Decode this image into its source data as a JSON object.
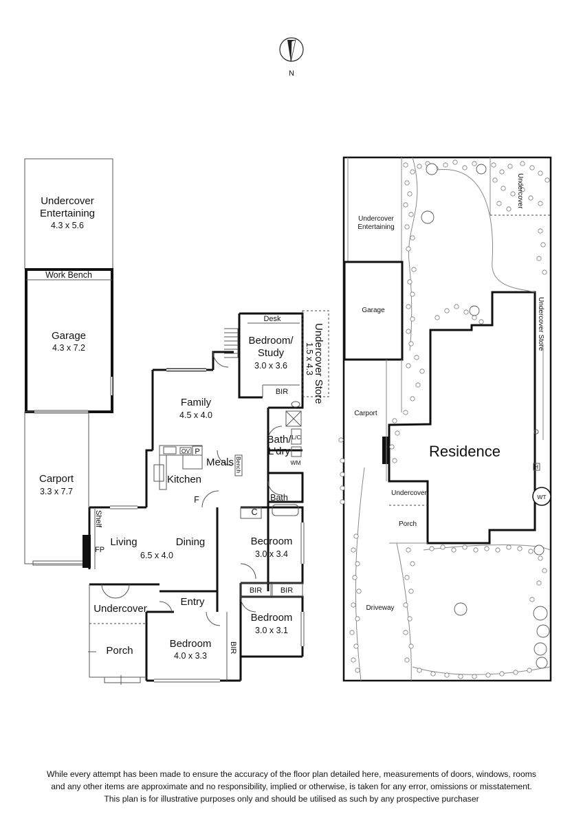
{
  "compass": {
    "label": "N"
  },
  "floor_plan": {
    "undercover_entertaining": {
      "name_line1": "Undercover",
      "name_line2": "Entertaining",
      "size": "4.3 x 5.6"
    },
    "work_bench": "Work Bench",
    "garage": {
      "name": "Garage",
      "size": "4.3 x 7.2"
    },
    "carport": {
      "name": "Carport",
      "size": "3.3 x 7.7"
    },
    "bedroom_study": {
      "name_line1": "Bedroom/",
      "name_line2": "Study",
      "size": "3.0 x 3.6",
      "desk": "Desk",
      "bir": "BIR"
    },
    "undercover_store": {
      "name": "Undercover Store",
      "size": "1.5 x 4.3"
    },
    "family": {
      "name": "Family",
      "size": "4.5 x 4.0"
    },
    "meals": "Meals",
    "kitchen": "Kitchen",
    "oven_label": "OV",
    "pantry_label": "P",
    "bench_label": "Bench",
    "fridge_label": "F",
    "bath_ldry": {
      "line1": "Bath/",
      "line2": "L'dry",
      "lc": "L/C",
      "wm": "WM"
    },
    "bath": "Bath",
    "cupboard_label": "C",
    "shelf": "Shelf",
    "fireplace": "FP",
    "living": "Living",
    "dining": "Dining",
    "living_dining_size": "6.5 x 4.0",
    "bedroom_right_1": {
      "name": "Bedroom",
      "size": "3.0 x 3.4"
    },
    "bir_left": "BIR",
    "bir_right": "BIR",
    "bedroom_right_2": {
      "name": "Bedroom",
      "size": "3.0 x 3.1"
    },
    "undercover": "Undercover",
    "entry": "Entry",
    "porch": "Porch",
    "bedroom_front": {
      "name": "Bedroom",
      "size": "4.0 x 3.3"
    },
    "bir_vertical": "BIR"
  },
  "site_plan": {
    "undercover_entertaining_line1": "Undercover",
    "undercover_entertaining_line2": "Entertaining",
    "undercover_shed": "Undercover",
    "garage": "Garage",
    "undercover_store": "Undercover Store",
    "carport": "Carport",
    "residence": "Residence",
    "undercover": "Undercover",
    "porch": "Porch",
    "driveway": "Driveway",
    "wt": "WT",
    "h": "H"
  },
  "disclaimer": {
    "line1": "While every attempt has been made to ensure the accuracy of the floor plan detailed here, measurements of doors, windows, rooms",
    "line2": "and any other items are approximate and no responsibility, implied or otherwise, is taken for any error, omissions or misstatement.",
    "line3": "This plan is for illustrative purposes only and should be utilised as such by any prospective purchaser"
  }
}
